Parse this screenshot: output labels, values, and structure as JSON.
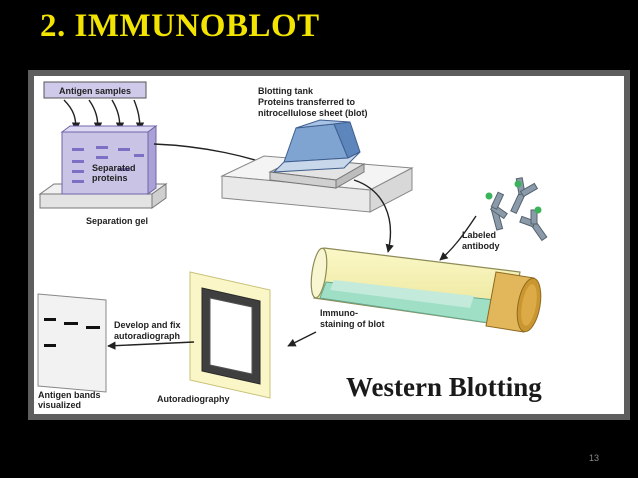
{
  "slide": {
    "title": "2. IMMUNOBLOT",
    "page_number": "13"
  },
  "diagram": {
    "antigen_samples": "Antigen samples",
    "separated_line1": "Separated",
    "separated_line2": "proteins",
    "separation_gel": "Separation gel",
    "blotting_line1": "Blotting tank",
    "blotting_line2": "Proteins transferred to",
    "blotting_line3": "nitrocellulose sheet (blot)",
    "labeled_line1": "Labeled",
    "labeled_line2": "antibody",
    "immuno_line1": "Immuno-",
    "immuno_line2": "staining of blot",
    "develop_line1": "Develop and fix",
    "develop_line2": "autoradiograph",
    "bands_line1": "Antigen bands",
    "bands_line2": "visualized",
    "autoradiography": "Autoradiography",
    "main_caption": "Western Blotting"
  },
  "colors": {
    "title_yellow": "#f2e400",
    "gel_purple": "#c9c3e6",
    "band_purple": "#7c6fc4",
    "antibody_gray": "#8a9aa8",
    "antibody_tag_green": "#3bb35a",
    "tube_yellow": "#f3f0a8",
    "tube_liquid_green": "#9edfc6",
    "tube_cap_orange": "#e2b65a",
    "film_yellow": "#fbf6c8"
  }
}
